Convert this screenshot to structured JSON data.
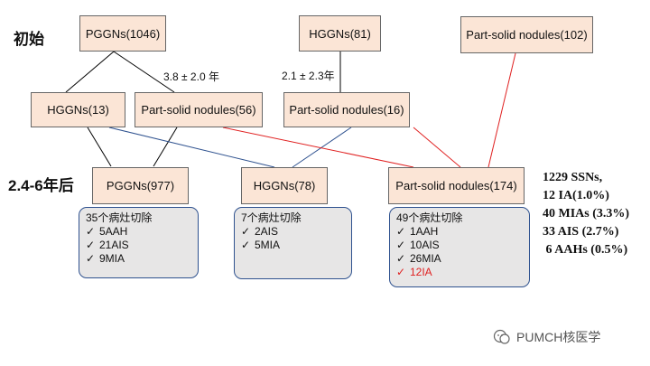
{
  "rows": {
    "initial": "初始",
    "followup": "2.4-6年后"
  },
  "intervals": {
    "left": "3.8 ± 2.0 年",
    "mid": "2.1 ± 2.3年"
  },
  "top_nodes": {
    "pggns": "PGGNs(1046)",
    "hggns": "HGGNs(81)",
    "part_solid": "Part-solid nodules(102)"
  },
  "middle_nodes": {
    "hggns": "HGGNs(13)",
    "part_solid_a": "Part-solid nodules(56)",
    "part_solid_b": "Part-solid nodules(16)"
  },
  "bottom_nodes": {
    "pggns": "PGGNs(977)",
    "hggns": "HGGNs(78)",
    "part_solid": "Part-solid nodules(174)"
  },
  "panels": {
    "left": {
      "title": "35个病灶切除",
      "items": [
        "5AAH",
        "21AIS",
        "9MIA"
      ]
    },
    "mid": {
      "title": "7个病灶切除",
      "items": [
        "2AIS",
        "5MIA"
      ]
    },
    "right": {
      "title": "49个病灶切除",
      "items": [
        "1AAH",
        "10AIS",
        "26MIA",
        "12IA"
      ]
    }
  },
  "check_symbol": "✓",
  "stats": [
    "1229 SSNs,",
    "12 IA(1.0%)",
    "40 MIAs (3.3%)",
    "33 AIS (2.7%)",
    " 6 AAHs (0.5%)"
  ],
  "watermark": "PUMCH核医学",
  "colors": {
    "box_fill": "#fbe5d6",
    "panel_fill": "#e7e6e6",
    "blue_line": "#2f528f",
    "red_line": "#e02020"
  }
}
